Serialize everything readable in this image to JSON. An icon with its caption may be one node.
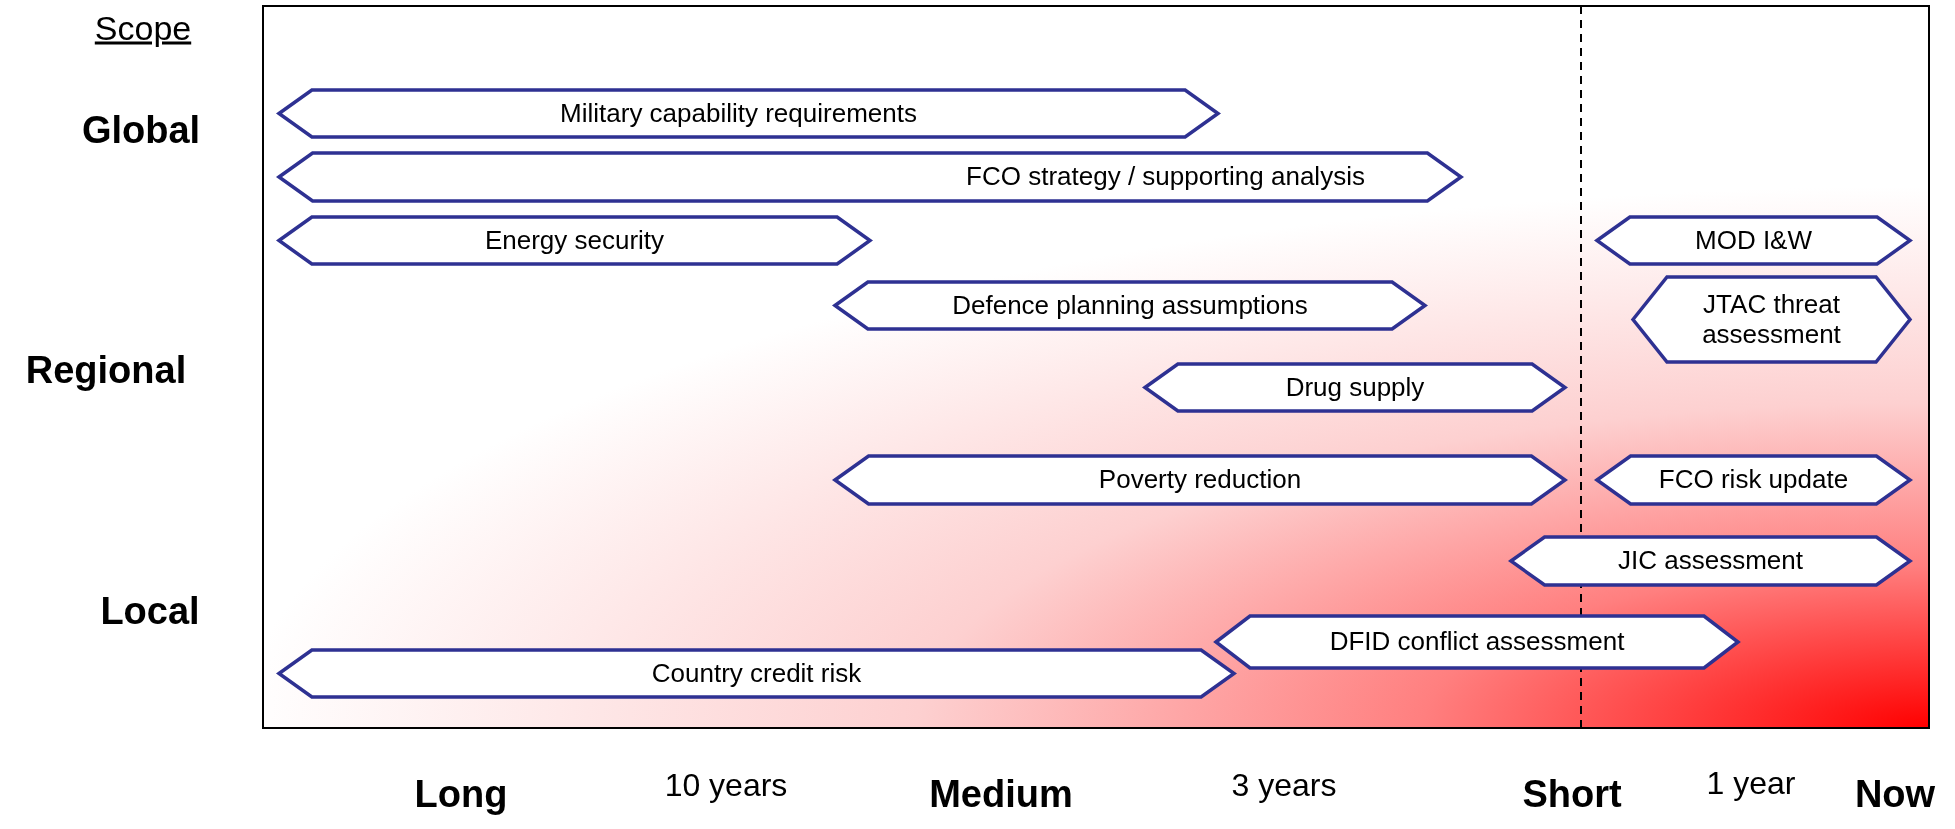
{
  "diagram": {
    "nodes": [
      {
        "text": [
          "Military capability requirements"
        ]
      },
      {
        "text": [
          "FCO strategy / supporting analysis"
        ]
      },
      {
        "text": [
          "Energy security"
        ]
      },
      {
        "text": [
          "MOD I&W"
        ]
      },
      {
        "text": [
          "Defence planning assumptions"
        ]
      },
      {
        "text": [
          "JTAC threat assessment"
        ]
      },
      {
        "text": [
          "Drug supply"
        ]
      },
      {
        "text": [
          "Poverty reduction"
        ]
      },
      {
        "text": [
          "FCO risk update"
        ]
      },
      {
        "text": [
          "JIC assessment"
        ]
      },
      {
        "text": [
          "DFID conflict assessment"
        ]
      },
      {
        "text": [
          "Country credit risk"
        ]
      }
    ],
    "labels": [
      "Scope",
      "Global",
      "Regional",
      "Local",
      "Long",
      "10 years",
      "Medium",
      "3 years",
      "Short",
      "1 year",
      "Now"
    ]
  }
}
